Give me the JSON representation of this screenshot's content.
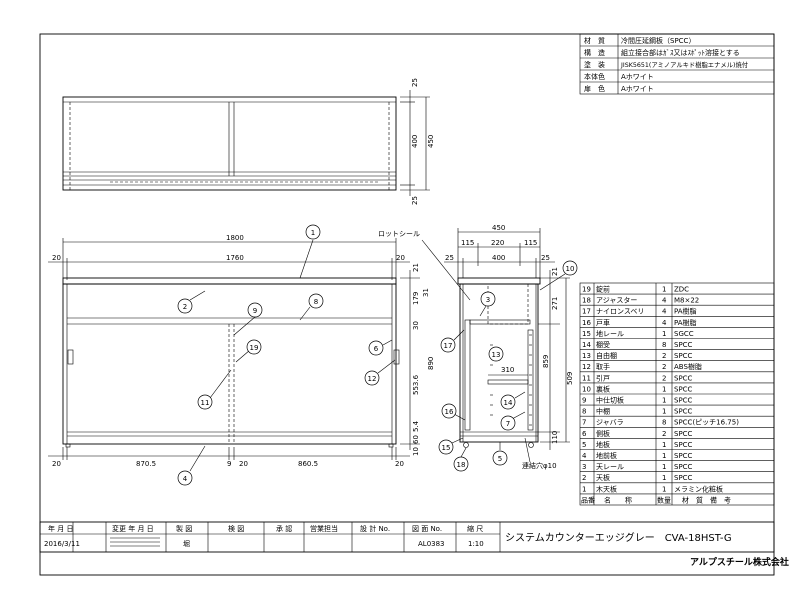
{
  "spec_table": [
    {
      "label": "材　質",
      "value": "冷間圧延鋼板（SPCC）"
    },
    {
      "label": "構　造",
      "value": "組立接合部はｶﾞｽ又はｽﾎﾟｯﾄ溶接とする"
    },
    {
      "label": "塗　装",
      "value": "JISK5651(アミノアルキド樹脂エナメル)焼付"
    },
    {
      "label": "本体色",
      "value": "Aホワイト"
    },
    {
      "label": "扉　色",
      "value": "Aホワイト"
    }
  ],
  "top_view": {
    "dims": [
      "25",
      "400",
      "450",
      "25"
    ]
  },
  "front_view": {
    "overall_width": "1800",
    "inner_width": "1760",
    "side_margin": "20",
    "top_dims": [
      "21",
      "179",
      "31",
      "30",
      "890",
      "553.6",
      "5.4",
      "60",
      "10"
    ],
    "bottom_dims": [
      "20",
      "870.5",
      "9",
      "20",
      "860.5",
      "20"
    ]
  },
  "side_view": {
    "label_rotseal": "ロットシール",
    "top_dims": [
      "450",
      "115",
      "220",
      "115",
      "25",
      "400",
      "25"
    ],
    "right_dims": [
      "21",
      "271",
      "859",
      "509",
      "110"
    ],
    "inner_dim": "310",
    "hole_note": "連結穴φ10"
  },
  "parts": [
    {
      "no": "19",
      "name": "錠前",
      "qty": "1",
      "material": "ZDC"
    },
    {
      "no": "18",
      "name": "アジャスター",
      "qty": "4",
      "material": "M8×22"
    },
    {
      "no": "17",
      "name": "ナイロンスベリ",
      "qty": "4",
      "material": "PA樹脂"
    },
    {
      "no": "16",
      "name": "戸車",
      "qty": "4",
      "material": "PA樹脂"
    },
    {
      "no": "15",
      "name": "地レール",
      "qty": "1",
      "material": "SGCC"
    },
    {
      "no": "14",
      "name": "棚受",
      "qty": "8",
      "material": "SPCC"
    },
    {
      "no": "13",
      "name": "自由棚",
      "qty": "2",
      "material": "SPCC"
    },
    {
      "no": "12",
      "name": "取手",
      "qty": "2",
      "material": "ABS樹脂"
    },
    {
      "no": "11",
      "name": "引戸",
      "qty": "2",
      "material": "SPCC"
    },
    {
      "no": "10",
      "name": "裏板",
      "qty": "1",
      "material": "SPCC"
    },
    {
      "no": "9",
      "name": "中仕切板",
      "qty": "1",
      "material": "SPCC"
    },
    {
      "no": "8",
      "name": "中棚",
      "qty": "1",
      "material": "SPCC"
    },
    {
      "no": "7",
      "name": "ジャバラ",
      "qty": "8",
      "material": "SPCC(ピッチ16.75)"
    },
    {
      "no": "6",
      "name": "側板",
      "qty": "2",
      "material": "SPCC"
    },
    {
      "no": "5",
      "name": "地板",
      "qty": "1",
      "material": "SPCC"
    },
    {
      "no": "4",
      "name": "地前板",
      "qty": "1",
      "material": "SPCC"
    },
    {
      "no": "3",
      "name": "天レール",
      "qty": "1",
      "material": "SPCC"
    },
    {
      "no": "2",
      "name": "天板",
      "qty": "1",
      "material": "SPCC"
    },
    {
      "no": "1",
      "name": "木天板",
      "qty": "1",
      "material": "メラミン化粧板"
    }
  ],
  "parts_header": {
    "no": "品番",
    "name": "名　　称",
    "qty": "数量",
    "remarks": "材　質　備　考"
  },
  "title_block": {
    "headers": [
      "年 月 日",
      "変更 年 月 日",
      "製 図",
      "検 図",
      "承 認",
      "営業担当",
      "設 計 No.",
      "図 面 No.",
      "縮 尺"
    ],
    "date": "2016/3/11",
    "drafter": "堀",
    "drawing_no": "AL0383",
    "scale": "1:10",
    "title": "システムカウンターエッジグレー　CVA-18HST-G"
  },
  "company": "アルプスチール株式会社",
  "callouts": [
    "1",
    "2",
    "3",
    "4",
    "5",
    "6",
    "7",
    "8",
    "9",
    "10",
    "11",
    "12",
    "13",
    "14",
    "15",
    "16",
    "17",
    "18",
    "19"
  ]
}
